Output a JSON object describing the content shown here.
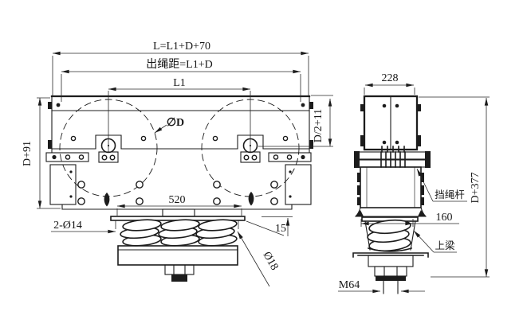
{
  "drawing_type": "engineering-drawing",
  "subject": "double-sheave rope pulley block, front and side views",
  "colors": {
    "background": "#ffffff",
    "line": "#1c1c1c"
  },
  "front": {
    "overall_length": "L=L1+D+70",
    "rope_exit_distance": "出绳距=L1+D",
    "sheave_center_distance": "L1",
    "sheave_diameter": "∅D",
    "top_to_axle_height": "D/2+11",
    "body_height": "D+91",
    "seat_width": "520",
    "seat_holes": "2-Ø14",
    "seat_plate_thickness": "15",
    "spring_wire_diameter": "Ø18"
  },
  "side": {
    "body_width": "228",
    "total_height": "D+377",
    "rope_guard_label": "挡绳杆",
    "spring_seat_width": "160",
    "upper_beam_label": "上梁",
    "thread_spec": "M64"
  }
}
